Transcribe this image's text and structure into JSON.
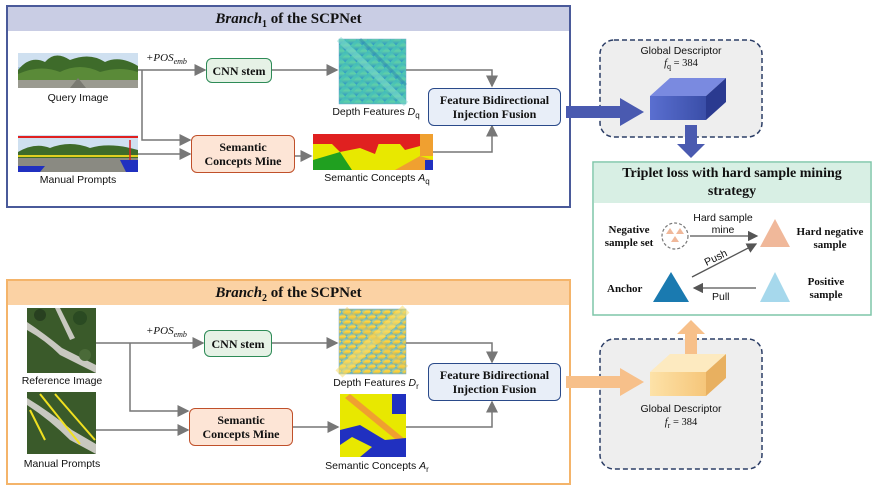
{
  "branch1": {
    "title_main": "Branch",
    "title_sub": "1",
    "title_rest": " of the SCPNet",
    "query_caption": "Query Image",
    "prompts_caption": "Manual Prompts",
    "pos_emb_main": "+POS",
    "pos_emb_sub": "emb",
    "cnn_stem": "CNN stem",
    "semantic_mine_line1": "Semantic",
    "semantic_mine_line2": "Concepts Mine",
    "depth_caption_main": "Depth Features ",
    "depth_caption_var": "D",
    "depth_caption_sub": "q",
    "semantic_caption_main": "Semantic Concepts ",
    "semantic_caption_var": "A",
    "semantic_caption_sub": "q",
    "fusion_line1": "Feature Bidirectional",
    "fusion_line2": "Injection Fusion"
  },
  "branch2": {
    "title_main": "Branch",
    "title_sub": "2",
    "title_rest": " of the SCPNet",
    "reference_caption": "Reference Image",
    "prompts_caption": "Manual Prompts",
    "pos_emb_main": "+POS",
    "pos_emb_sub": "emb",
    "cnn_stem": "CNN stem",
    "semantic_mine_line1": "Semantic",
    "semantic_mine_line2": "Concepts Mine",
    "depth_caption_main": "Depth Features ",
    "depth_caption_var": "D",
    "depth_caption_sub": "r",
    "semantic_caption_main": "Semantic Concepts ",
    "semantic_caption_var": "A",
    "semantic_caption_sub": "r",
    "fusion_line1": "Feature Bidirectional",
    "fusion_line2": "Injection Fusion"
  },
  "global_q": {
    "label": "Global Descriptor",
    "var": "f",
    "sub": "q",
    "value": " = 384"
  },
  "global_r": {
    "label": "Global Descriptor",
    "var": "f",
    "sub": "r",
    "value": " = 384"
  },
  "triplet": {
    "title_line1": "Triplet loss with hard sample mining",
    "title_line2": "strategy",
    "negative_line1": "Negative",
    "negative_line2": "sample set",
    "hard_mine_line1": "Hard sample",
    "hard_mine_line2": "mine",
    "hard_negative_line1": "Hard negative",
    "hard_negative_line2": "sample",
    "push": "Push",
    "anchor": "Anchor",
    "pull": "Pull",
    "positive_line1": "Positive",
    "positive_line2": "sample"
  },
  "colors": {
    "branch1_border": "#4a5a9a",
    "branch1_header": "#c9cde4",
    "branch2_border": "#f4b46a",
    "branch2_header": "#fbd2a4",
    "cnn_fill": "#e6f2e6",
    "cnn_border": "#2e8b57",
    "semantic_fill": "#fde5d6",
    "semantic_border": "#c0502a",
    "fusion_fill": "#e8eef8",
    "fusion_border": "#2a4a8a",
    "triplet_border": "#7ec6a8",
    "triplet_header": "#d8efe4",
    "anchor": "#1a7ab0",
    "hard_negative": "#f0b89a",
    "positive": "#a6d8ec",
    "arrow_blue": "#4a5ab0",
    "arrow_orange": "#f7c08a"
  }
}
